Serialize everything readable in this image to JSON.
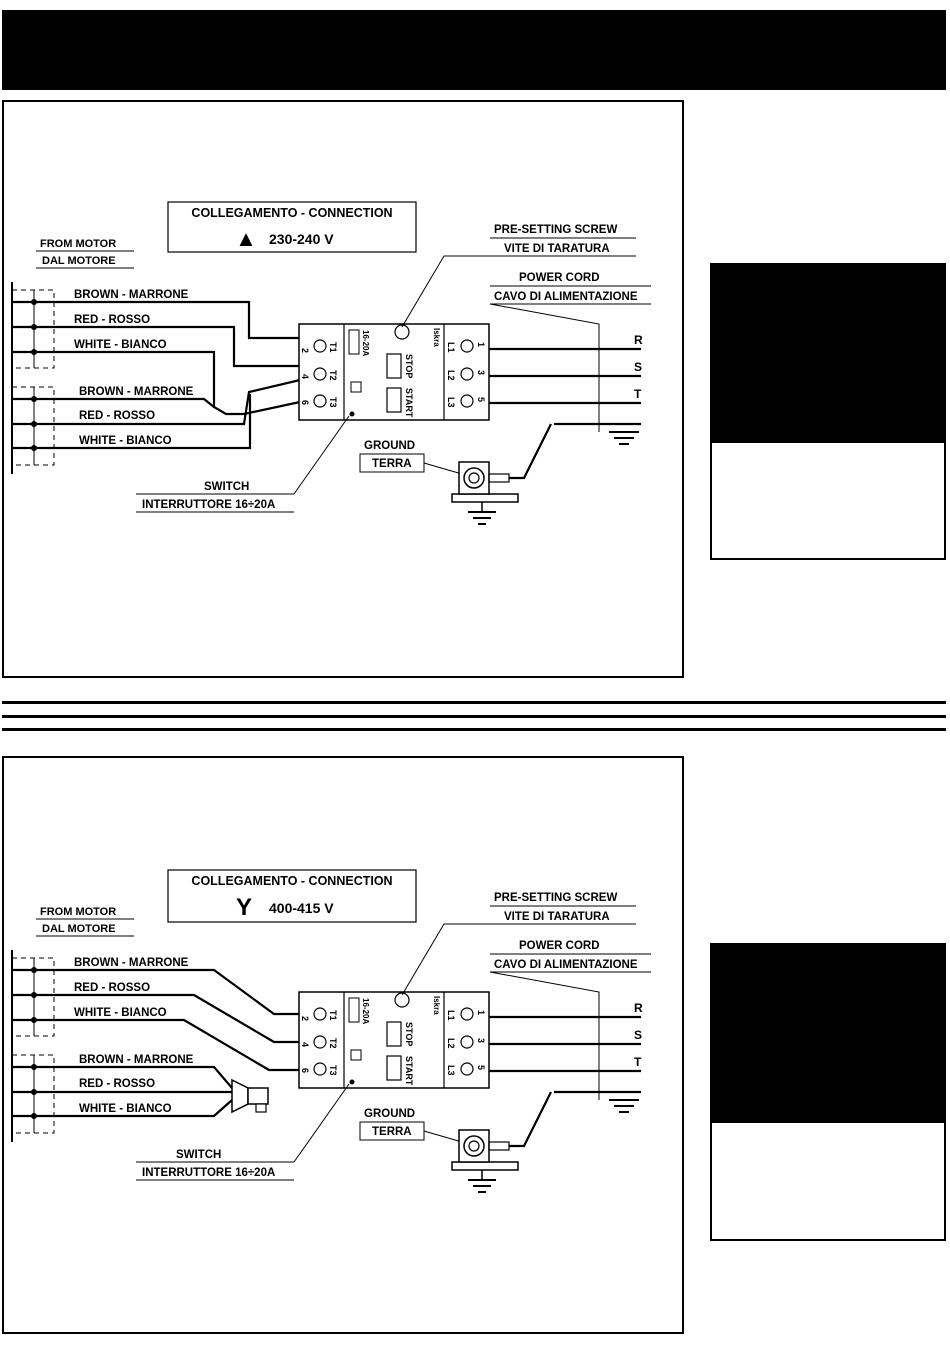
{
  "panels": [
    {
      "connection_title": "COLLEGAMENTO - CONNECTION",
      "symbol": "▲",
      "voltage": "230-240  V",
      "from_motor": "FROM MOTOR",
      "dal_motore": "DAL MOTORE",
      "wires_top": [
        "BROWN - MARRONE",
        "RED - ROSSO",
        "WHITE - BIANCO"
      ],
      "wires_bottom": [
        "BROWN - MARRONE",
        "RED - ROSSO",
        "WHITE - BIANCO"
      ],
      "presetting_screw": "PRE-SETTING SCREW",
      "vite_di_taratura": "VITE DI TARATURA",
      "power_cord": "POWER CORD",
      "cavo_di_alimentazione": "CAVO DI ALIMENTAZIONE",
      "ground": "GROUND",
      "terra": "TERRA",
      "switch": "SWITCH",
      "interruttore": "INTERRUTTORE 16÷20A",
      "phases": [
        "R",
        "S",
        "T"
      ],
      "terminals_left": [
        "2",
        "4",
        "6"
      ],
      "terminals_left_labels": [
        "T1",
        "T2",
        "T3"
      ],
      "terminals_right": [
        "1",
        "3",
        "5"
      ],
      "terminals_right_labels": [
        "L1",
        "L2",
        "L3"
      ],
      "rating": "16-20A",
      "brand": "Iskra",
      "stop": "STOP",
      "start": "START"
    },
    {
      "connection_title": "COLLEGAMENTO - CONNECTION",
      "symbol": "Y",
      "voltage": "400-415  V",
      "from_motor": "FROM MOTOR",
      "dal_motore": "DAL MOTORE",
      "wires_top": [
        "BROWN - MARRONE",
        "RED - ROSSO",
        "WHITE - BIANCO"
      ],
      "wires_bottom": [
        "BROWN - MARRONE",
        "RED - ROSSO",
        "WHITE - BIANCO"
      ],
      "presetting_screw": "PRE-SETTING SCREW",
      "vite_di_taratura": "VITE DI TARATURA",
      "power_cord": "POWER CORD",
      "cavo_di_alimentazione": "CAVO DI ALIMENTAZIONE",
      "ground": "GROUND",
      "terra": "TERRA",
      "switch": "SWITCH",
      "interruttore": "INTERRUTTORE 16÷20A",
      "phases": [
        "R",
        "S",
        "T"
      ],
      "terminals_left": [
        "2",
        "4",
        "6"
      ],
      "terminals_left_labels": [
        "T1",
        "T2",
        "T3"
      ],
      "terminals_right": [
        "1",
        "3",
        "5"
      ],
      "terminals_right_labels": [
        "L1",
        "L2",
        "L3"
      ],
      "rating": "16-20A",
      "brand": "Iskra",
      "stop": "STOP",
      "start": "START"
    }
  ]
}
